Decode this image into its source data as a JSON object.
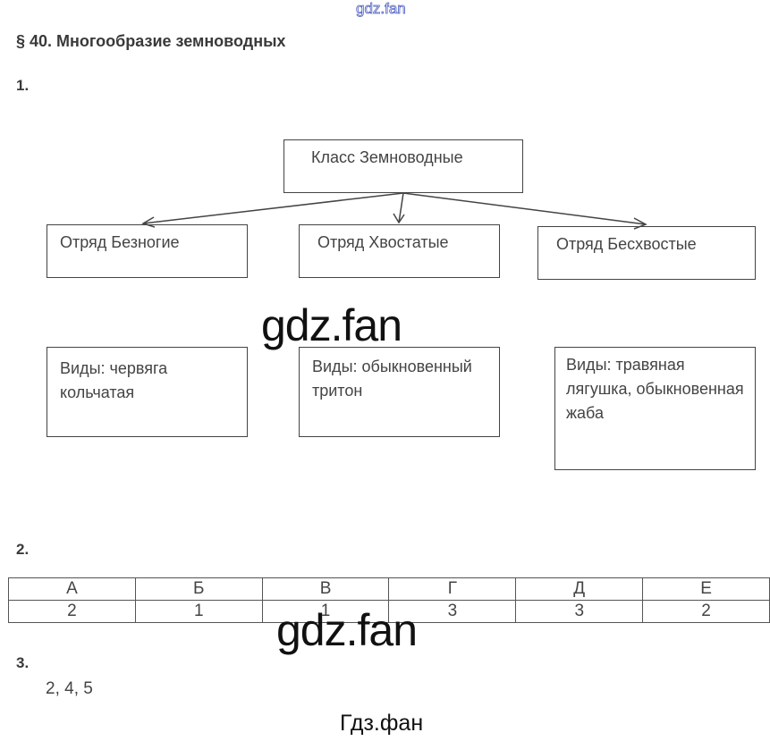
{
  "watermark_top": "gdz.fan",
  "watermark_mid": "gdz.fan",
  "watermark_bottom": "Гдз.фан",
  "title": "§ 40. Многообразие земноводных",
  "task1": {
    "number": "1.",
    "root": "Класс Земноводные",
    "orders": [
      {
        "name": "Отряд Безногие",
        "species": "Виды: червяга кольчатая"
      },
      {
        "name": "Отряд Хвостатые",
        "species": "Виды: обыкновенный тритон"
      },
      {
        "name": "Отряд Бесхвостые",
        "species": "Виды: травяная лягушка, обыкновенная жаба"
      }
    ]
  },
  "task2": {
    "number": "2.",
    "headers": [
      "А",
      "Б",
      "В",
      "Г",
      "Д",
      "Е"
    ],
    "values": [
      "2",
      "1",
      "1",
      "3",
      "3",
      "2"
    ]
  },
  "task3": {
    "number": "3.",
    "answer": "2, 4, 5"
  }
}
